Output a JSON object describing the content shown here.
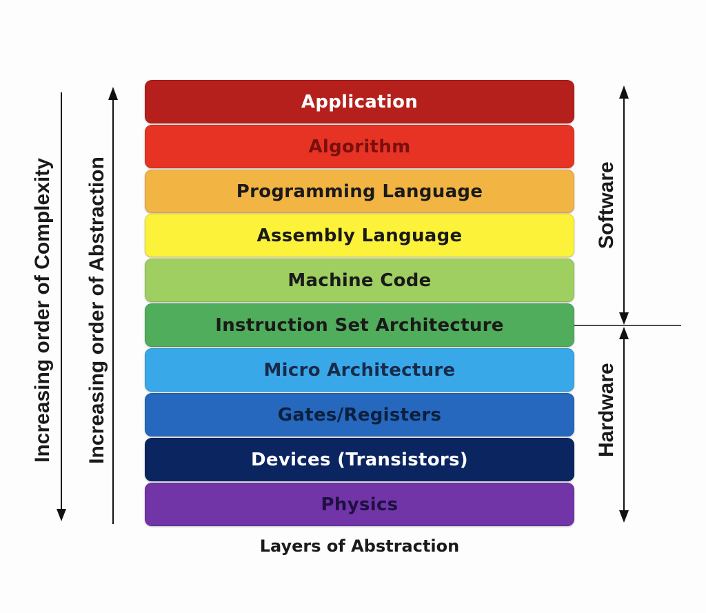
{
  "layers": [
    {
      "label": "Application",
      "bg": "#b51f1c",
      "fg": "#ffffff"
    },
    {
      "label": "Algorithm",
      "bg": "#e63324",
      "fg": "#7a0f0d"
    },
    {
      "label": "Programming Language",
      "bg": "#f2b544",
      "fg": "#1a1a1a"
    },
    {
      "label": "Assembly Language",
      "bg": "#fdf23a",
      "fg": "#1a1a1a"
    },
    {
      "label": "Machine Code",
      "bg": "#9ecf60",
      "fg": "#1a1a1a"
    },
    {
      "label": "Instruction Set Architecture",
      "bg": "#4fad5b",
      "fg": "#1a1a1a"
    },
    {
      "label": "Micro Architecture",
      "bg": "#38a8e8",
      "fg": "#1a2a4a"
    },
    {
      "label": "Gates/Registers",
      "bg": "#2568bd",
      "fg": "#0d1f3f"
    },
    {
      "label": "Devices (Transistors)",
      "bg": "#0b2560",
      "fg": "#ffffff"
    },
    {
      "label": "Physics",
      "bg": "#7135a8",
      "fg": "#1e1040"
    }
  ],
  "caption": "Layers of Abstraction",
  "left_labels": {
    "complexity": "Increasing order of Complexity",
    "abstraction": "Increasing order of Abstraction"
  },
  "right_labels": {
    "software": "Software",
    "hardware": "Hardware"
  },
  "colors": {
    "arrow": "#111111"
  }
}
